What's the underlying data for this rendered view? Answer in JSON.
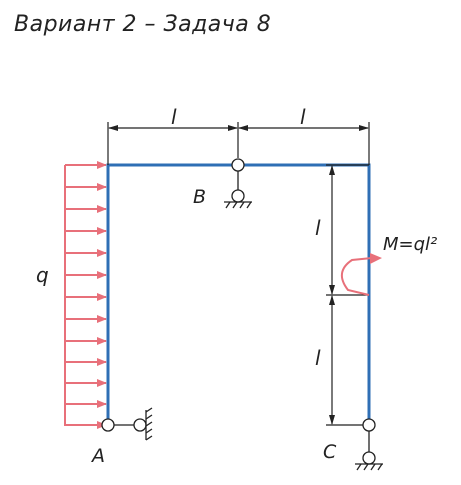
{
  "title": "Вариант 2 – Задача 8",
  "labels": {
    "q": "q",
    "A": "A",
    "B": "B",
    "C": "C",
    "moment": "M=ql²",
    "dim_top_left": "l",
    "dim_top_right": "l",
    "dim_right_upper": "l",
    "dim_right_lower": "l"
  },
  "colors": {
    "frame": "#2f6fb5",
    "load": "#e8707a",
    "line": "#222222"
  },
  "icons": {
    "support_pin": "pin-support-icon",
    "support_roller": "roller-support-icon",
    "moment": "moment-arrow-icon"
  }
}
